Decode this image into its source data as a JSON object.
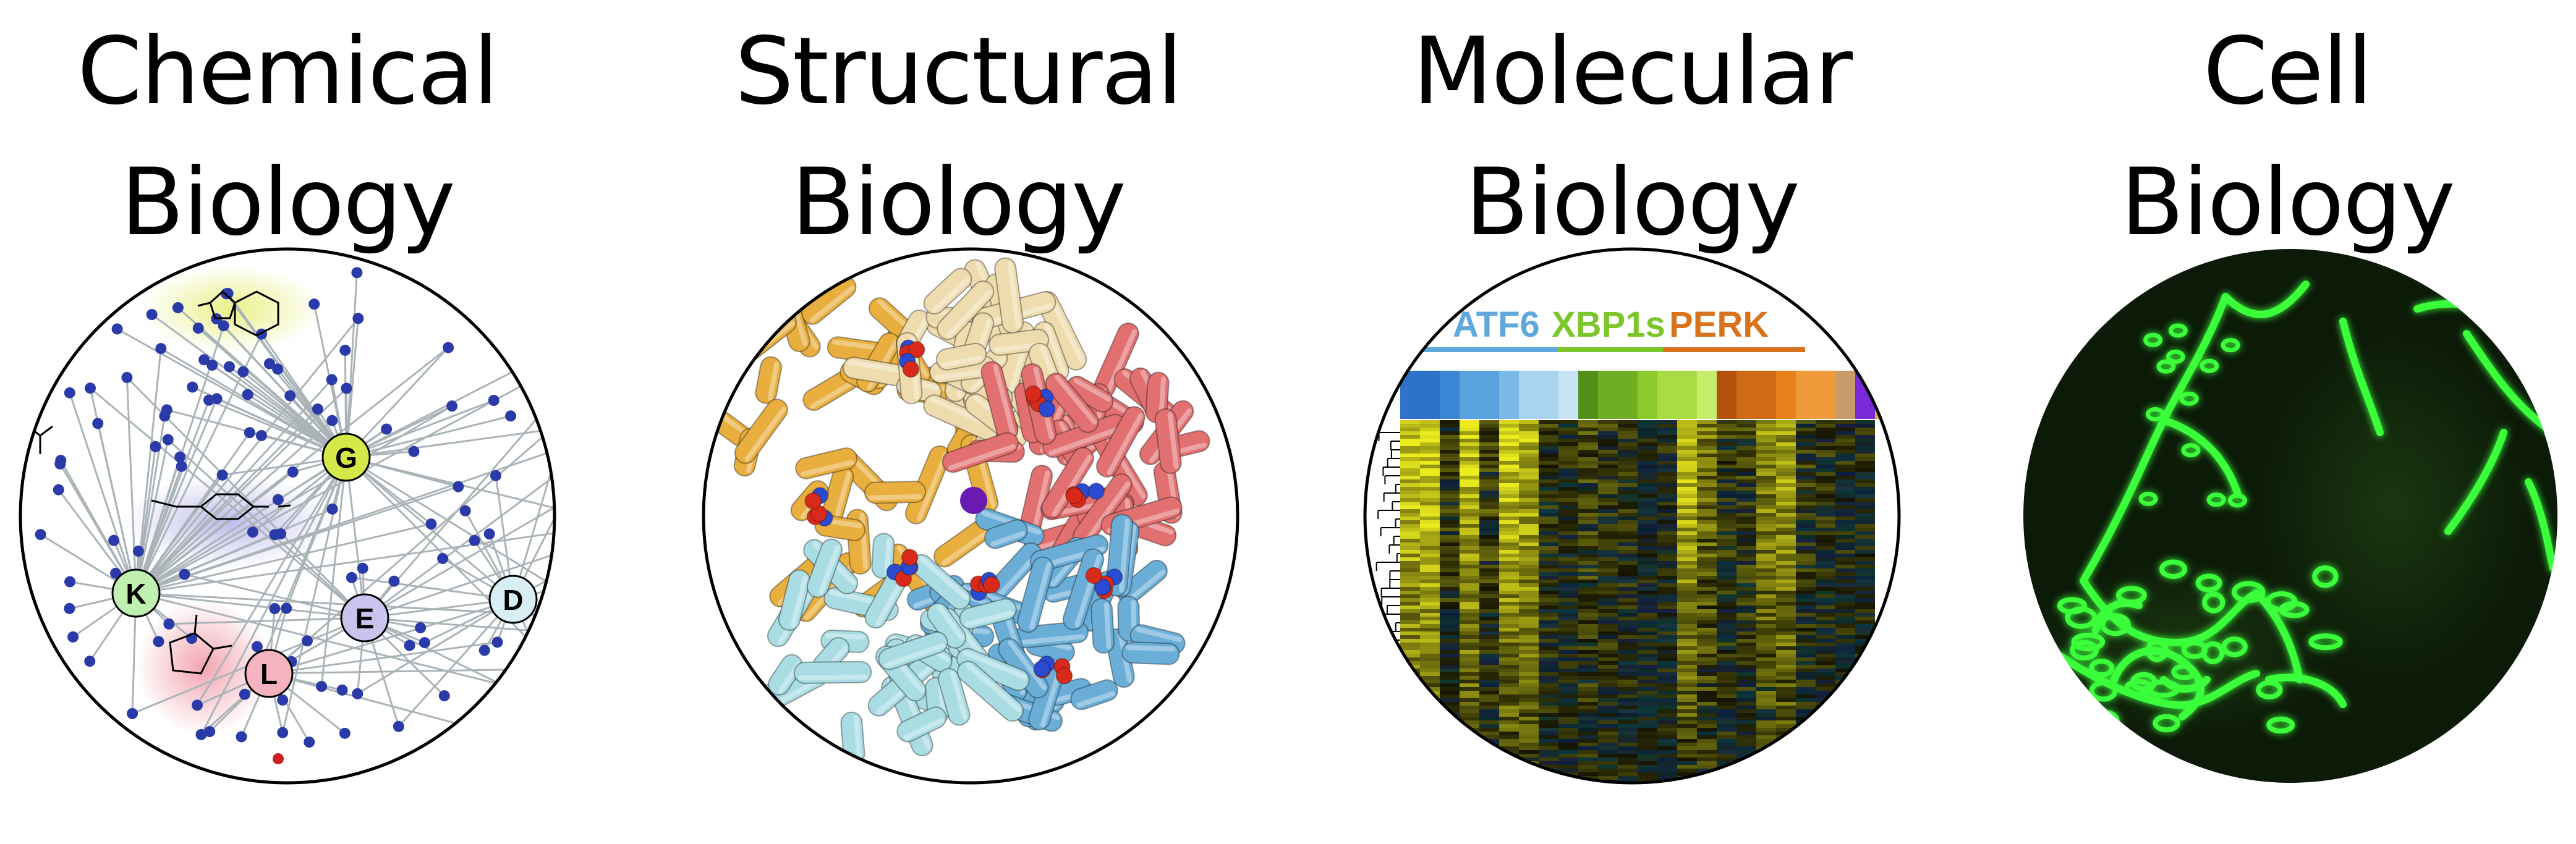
{
  "panels": [
    {
      "title_line1": "Chemical",
      "title_line2": "Biology",
      "nodes": [
        "G",
        "K",
        "E",
        "D",
        "L"
      ],
      "colors": {
        "G": "#d4e84a",
        "K": "#bff0b0",
        "E": "#c9c3ee",
        "D": "#d8eef5",
        "L": "#f5b3c0",
        "dot": "#2a3aa8",
        "edge": "#aab4b8"
      }
    },
    {
      "title_line1": "Structural",
      "title_line2": "Biology",
      "colors": {
        "gold": "#e8ae3e",
        "beige": "#eedcae",
        "salmon": "#e27070",
        "blue": "#6aaed8",
        "cyan": "#a9dde3"
      }
    },
    {
      "title_line1": "Molecular",
      "title_line2": "Biology",
      "groups": [
        {
          "label": "ATF6",
          "color": "#5fa8dc"
        },
        {
          "label": "XBP1s",
          "color": "#7cc62c"
        },
        {
          "label": "PERK",
          "color": "#d9721c"
        }
      ]
    },
    {
      "title_line1": "Cell",
      "title_line2": "Biology",
      "colors": {
        "background": "#0c1a08",
        "signal": "#3bff3b"
      }
    }
  ]
}
